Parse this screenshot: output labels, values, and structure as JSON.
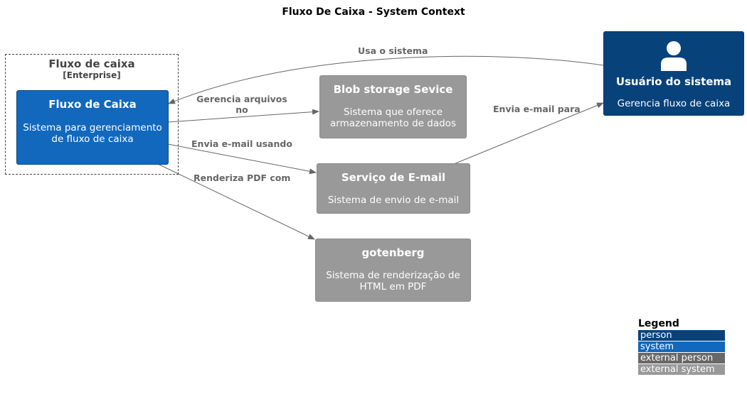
{
  "title": "Fluxo De Caixa - System Context",
  "boundary": {
    "title": "Fluxo de caixa",
    "type": "[Enterprise]"
  },
  "nodes": {
    "fluxo": {
      "name": "Fluxo de Caixa",
      "desc": "Sistema para gerenciamento de fluxo de caixa"
    },
    "blob": {
      "name": "Blob storage Sevice",
      "desc": "Sistema que oferece armazenamento de dados"
    },
    "email": {
      "name": "Serviço de E-mail",
      "desc": "Sistema de envio de e-mail"
    },
    "gotenberg": {
      "name": "gotenberg",
      "desc": "Sistema de renderização de HTML em PDF"
    },
    "user": {
      "name": "Usuário do sistema",
      "desc": "Gerencia fluxo de caixa",
      "icon": "person-icon"
    }
  },
  "edges": {
    "usa": "Usa o sistema",
    "gerencia_1": "Gerencia arquivos",
    "gerencia_2": "no",
    "envia_email": "Envia e-mail usando",
    "renderiza": "Renderiza PDF com",
    "envia_para": "Envia e-mail para"
  },
  "legend": {
    "title": "Legend",
    "items": [
      {
        "label": "person",
        "color": "#08427b"
      },
      {
        "label": "system",
        "color": "#1168bd"
      },
      {
        "label": "external person",
        "color": "#686868"
      },
      {
        "label": "external system",
        "color": "#999999"
      }
    ]
  }
}
